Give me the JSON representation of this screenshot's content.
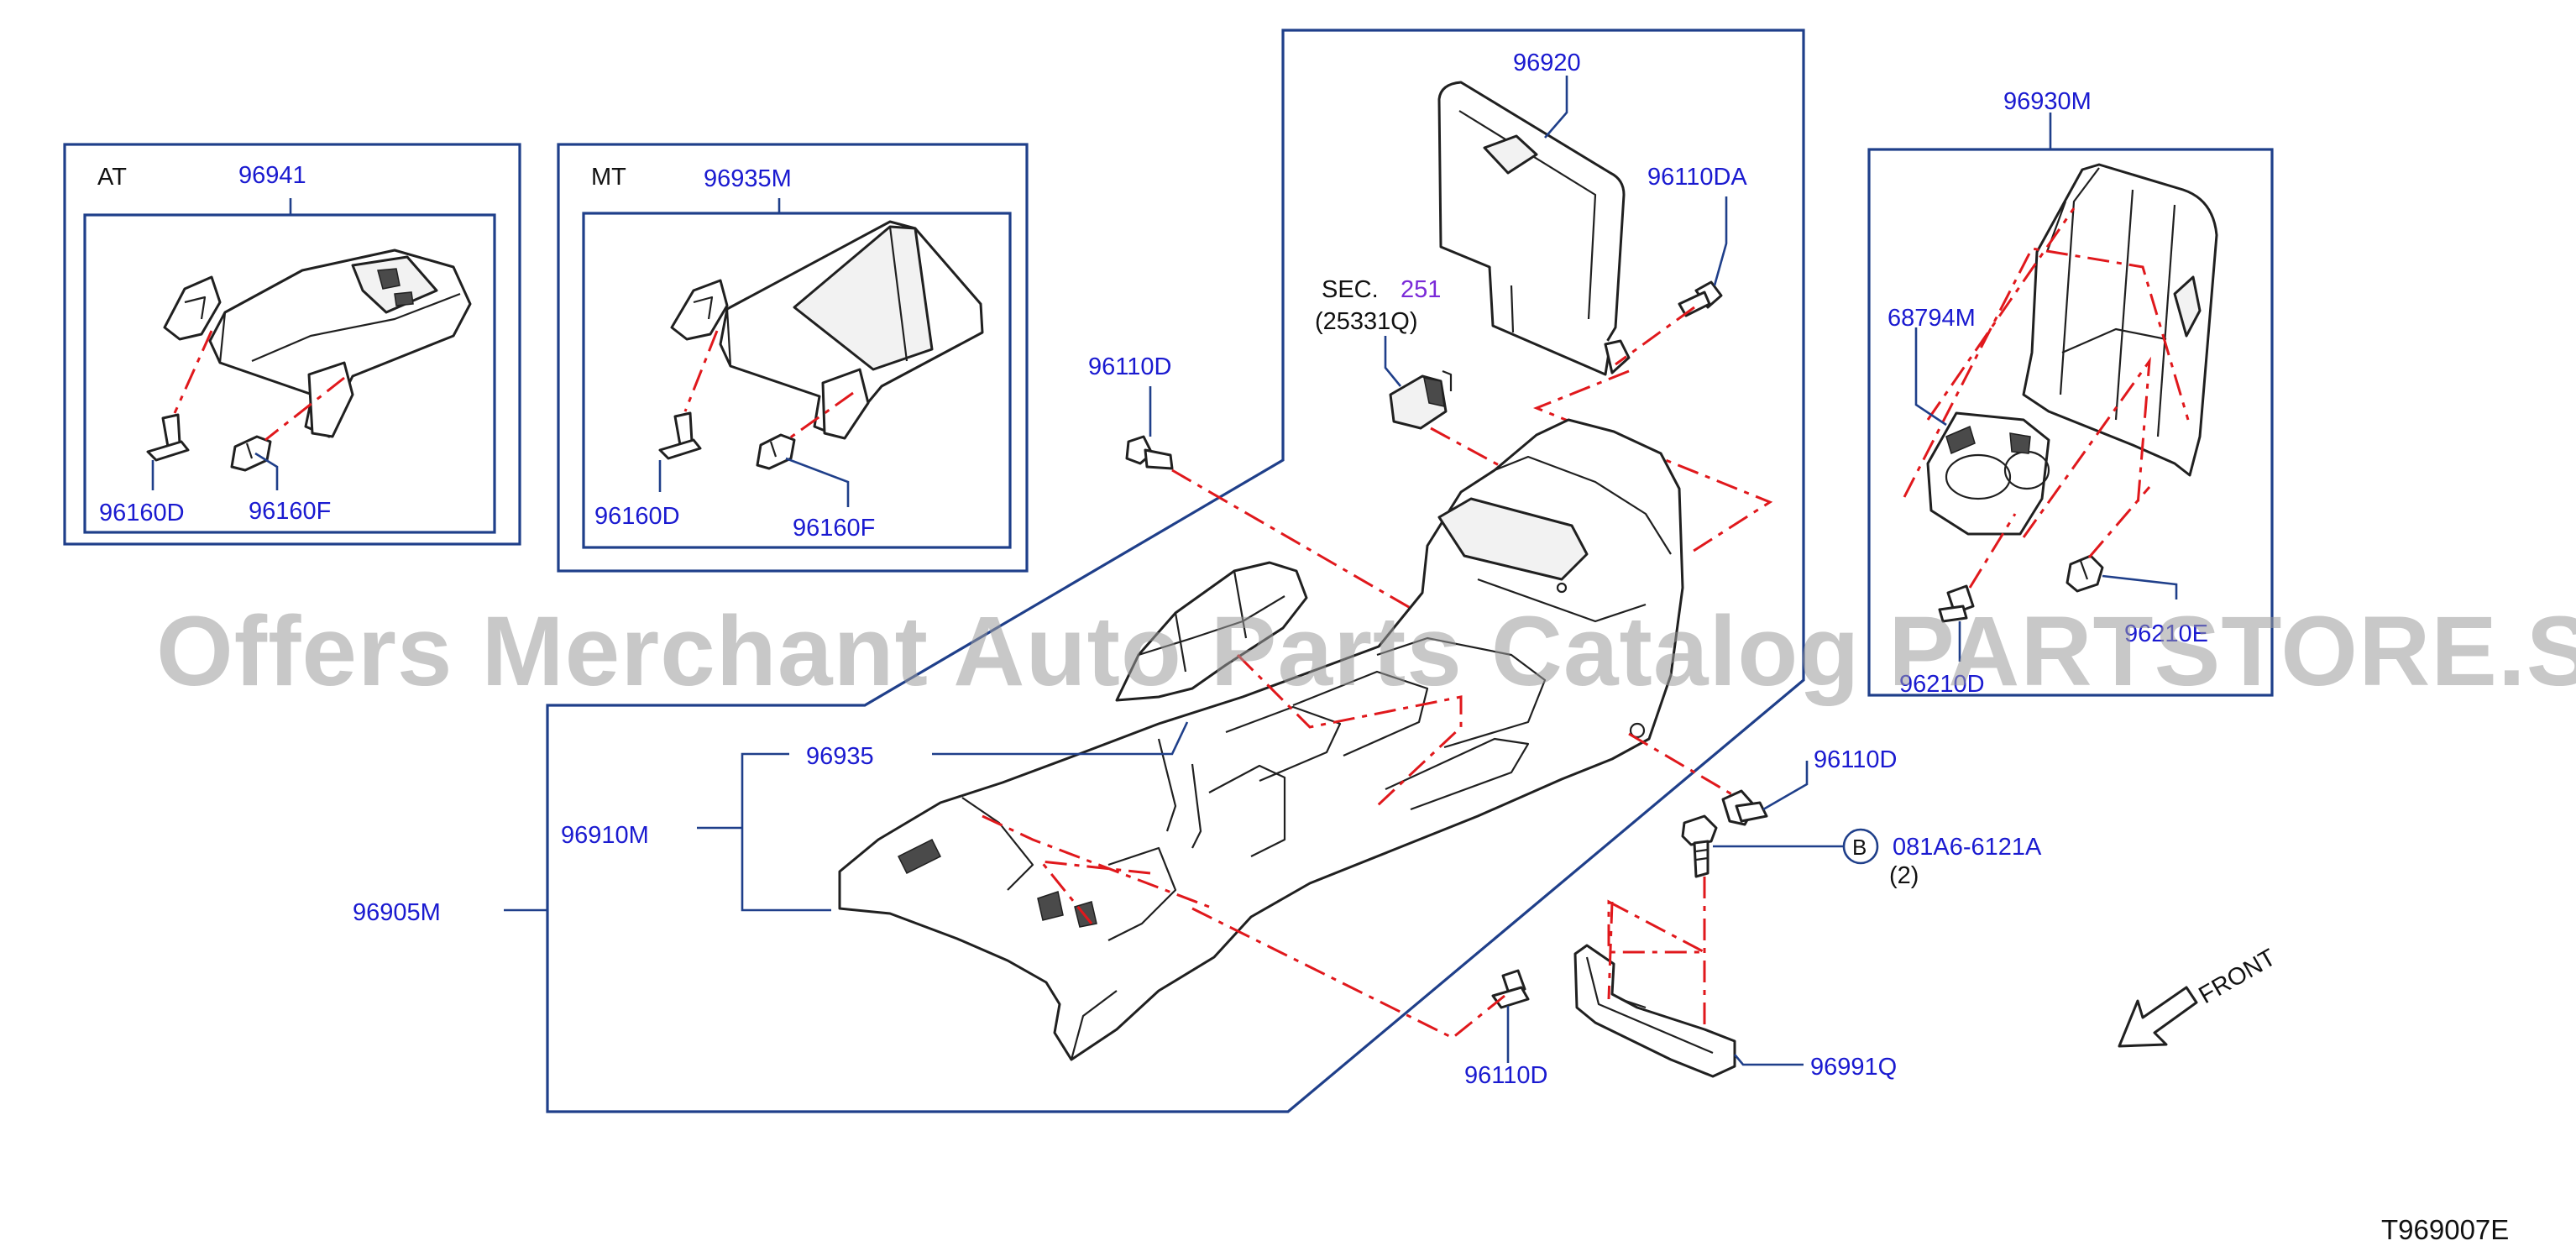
{
  "callouts": {
    "at_box_title": "AT",
    "mt_box_title": "MT",
    "p96941": "96941",
    "p96935m": "96935M",
    "p96160d_at": "96160D",
    "p96160f_at": "96160F",
    "p96160d_mt": "96160D",
    "p96160f_mt": "96160F",
    "p96920": "96920",
    "p96110da": "96110DA",
    "sec_prefix": "SEC.",
    "sec_number": "251",
    "sec_sub": "(25331Q)",
    "p96110d_top": "96110D",
    "p96930m": "96930M",
    "p68794m": "68794M",
    "p96210e": "96210E",
    "p96210d": "96210D",
    "p96935": "96935",
    "p96910m": "96910M",
    "p96905m": "96905M",
    "p96110d_right": "96110D",
    "bolt_marker": "B",
    "bolt_code": "081A6-6121A",
    "bolt_qty": "(2)",
    "p96110d_bottom": "96110D",
    "p96991q": "96991Q",
    "front_label": "FRONT",
    "diagram_code": "T969007E"
  },
  "watermark": "Offers Merchant Auto Parts Catalog PARTSTORE.SA",
  "colors": {
    "label_blue": "#1a1ad0",
    "frame_blue": "#1f3f8a",
    "dash_red": "#e0181c",
    "outline": "#202020",
    "sec_purple": "#7a2ad8"
  }
}
